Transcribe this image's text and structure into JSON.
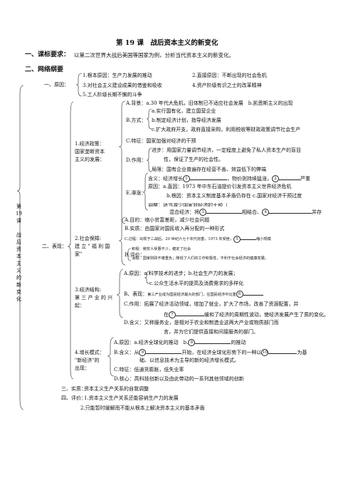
{
  "title": "第 19 课　战后资本主义的新变化",
  "req_head": "一、课标要求：",
  "req_text": "以第二次世界大战后美国等国家为例，分析当代资本主义的新变化。",
  "net_head": "二、网络纲要",
  "side_vertical": [
    "第",
    "19",
    "课",
    "",
    "战",
    "后",
    "资",
    "本",
    "主",
    "义",
    "的",
    "新",
    "变",
    "化"
  ],
  "sec1": {
    "label": "一、原因：",
    "l1a": "1.根本原因：生产力发展的推动",
    "l1b": "2.直接原因：不断出现的社会危机",
    "l2a": "3.对社会主义建设成果的借鉴和吸收",
    "l2b": "4.资产阶级有识之士的改革精神",
    "l3": "5.工人阶级长期不懈的斗争"
  },
  "sec2": {
    "label": "二、表现：",
    "p1": {
      "title": [
        "1.经济政策：",
        "国家垄断资本",
        "主义的发展："
      ],
      "a": "A.背景：a.30 年代大危机，旧体制已不适应社会发展　b.凯恩斯主义的出现",
      "b_label": "B.方式：",
      "b1": "a.实行国有化，建立国营企业",
      "b2": "b.制定经济计划，指导经济发展",
      "b3": "c.扩大政府开支，政府直接采购，利用税收等财政政策调节社会生产",
      "c": "C.特征：国家加强对经济的干预",
      "d_label": "D.作用：",
      "d1": "进步：用国家力量调节经济，一定程度上避免了私人资本生产的盲目",
      "d2": "性，保证了生产的社会性。",
      "d3": "局限：国有企业普遍存在经营不善、效益低下的弊端",
      "e_label": "E.滞涨：",
      "e1a": "含义：经济增长",
      "e1b": "，物价则持续猛涨，",
      "e1c": "严重",
      "e2": "原因：a.直因：1973 年中东石油提价引发资本主义世界经济危机",
      "e3": "b.根因：资本主义制度基本矛盾仍存在 c.国家对经济干预过度",
      "e4": "调整：适当减少国家对经济的干预（"
    },
    "mix": {
      "a": "混合经济：将",
      "b": "相结合、",
      "c": "并存"
    },
    "p2": {
      "title": [
        "2.社会保障:",
        "建 立 \" 福 利 国",
        "家\""
      ],
      "a": "A.目的：缩小贫富差距，减少社会问题",
      "b": "B.实质：由国家对国民收入再分配的一种形式",
      "c_a": "C.过程：出现于二战后，20 世纪六七十年代完善，1973 年受挫，",
      "c_b": "缩小规模",
      "d_label": "D.评价：",
      "d1": "积极：使穷人受惠不少，稳定了社会",
      "d2": "消极：国家财政不堪重负；降低了人们的工作积极性，不利于社会经济的健康发展。"
    },
    "p3": {
      "title": [
        "3.经济结构:",
        "第 三 产 业 的 兴",
        "起："
      ],
      "a": "A.原因：a.科学技术的进步；b.社会生产力的发展；",
      "a2": "c.公众生活水平的提高及消费需求的多样化",
      "b_a": "B、表现：",
      "b_b": "第三产业成为国民经济最大的部门，在国民经济中比重",
      "c1a": "C.作用：拓展了经济活动领域，增加了就业，扩大了市场，改善了资源配置，并",
      "c2a": "在",
      "c2b": "缓和了经济的周期性波动，使经济发展产生了质的变化。",
      "d1": "D.含义：又称服务业，是相对于农业和制造业这两大产业或物质部门而",
      "d2": "言，并为它们提供直接和间接服务的部门。"
    },
    "p4": {
      "title": [
        "4.增长模式：",
        "\"新经济\"的",
        "出现："
      ],
      "a_a": "A.原因：a.经济全球化的推动　b.",
      "a_b": "的推动",
      "b1a": "B.含义：从",
      "b1b": "开始，在经济全球化形势下的一种以",
      "b1c": "为基",
      "b2": "础、以信息技术为主导的新的经济增长模式。",
      "c": "C.特征：低通货膨胀，低失业率",
      "d": "D.核心：高科技创新以及由此带动的一系列其他领域的创新"
    }
  },
  "sec3": {
    "label": "三、实质：",
    "text": "资本主义生产关系的自我调整"
  },
  "sec4": {
    "label": "四、评价：",
    "l1": "1.资本主义生产关系还能容纳生产力的发展",
    "l2": "2.只能暂时缓解而不能从根本上解决资本主义的基本矛盾"
  },
  "circled": [
    "1",
    "2",
    "3",
    "4",
    "5",
    "6",
    "7",
    "8",
    "9",
    "10"
  ]
}
